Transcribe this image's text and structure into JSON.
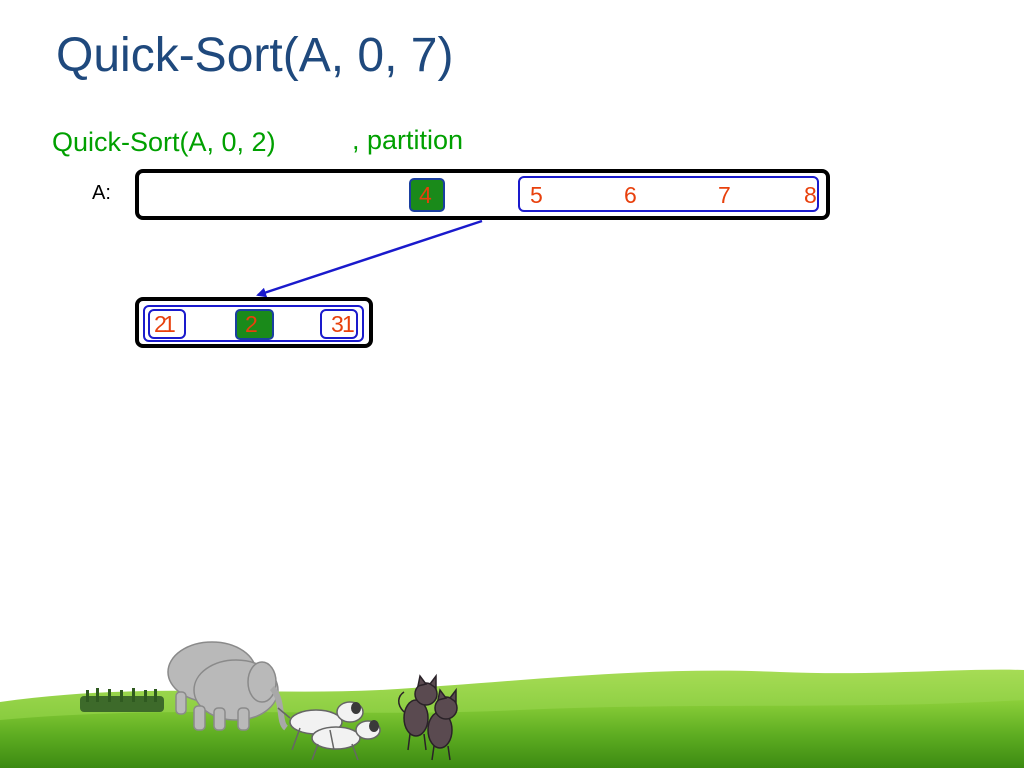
{
  "slide": {
    "title": "Quick-Sort(A, 0, 7)",
    "call": "Quick-Sort(A, 0, 2)",
    "step": ", partition",
    "array_label": "A:"
  },
  "top_array": {
    "pivot": "4",
    "right_part": [
      "5",
      "6",
      "7",
      "8"
    ]
  },
  "sub_array": {
    "cells": [
      {
        "value": "2",
        "overlay": "1"
      },
      {
        "value": "2"
      },
      {
        "value": "3",
        "overlay": "1"
      }
    ]
  },
  "colors": {
    "title": "#1f497d",
    "subtitle": "#00a000",
    "element": "#e8400c",
    "pivot_fill": "#1a8a1a",
    "partition_border": "#1a1acc",
    "arrow": "#1a1acc"
  }
}
